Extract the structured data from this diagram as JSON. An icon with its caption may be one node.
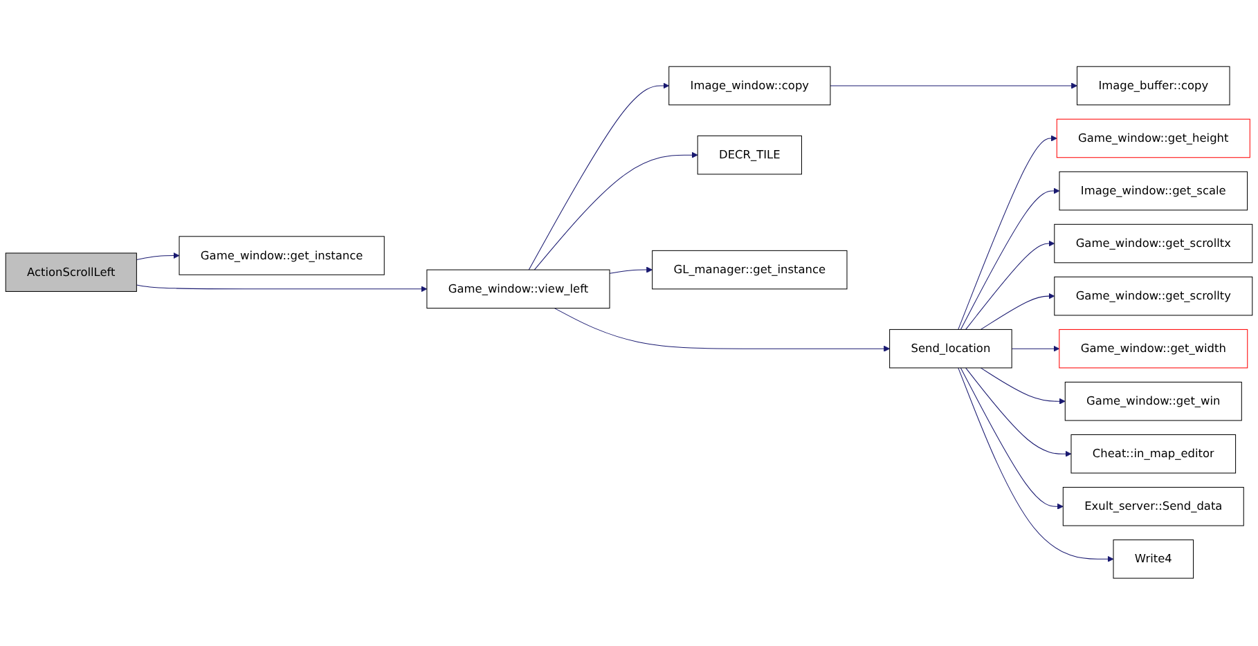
{
  "diagram": {
    "nodes": [
      {
        "text": [
          "ActionScrollLeft"
        ]
      },
      {
        "text": [
          "Game_window::get_instance"
        ]
      },
      {
        "text": [
          "Game_window::view_left"
        ]
      },
      {
        "text": [
          "Image_window::copy"
        ]
      },
      {
        "text": [
          "Image_buffer::copy"
        ]
      },
      {
        "text": [
          "DECR_TILE"
        ]
      },
      {
        "text": [
          "GL_manager::get_instance"
        ]
      },
      {
        "text": [
          "Send_location"
        ]
      },
      {
        "text": [
          "Game_window::get_height"
        ]
      },
      {
        "text": [
          "Image_window::get_scale"
        ]
      },
      {
        "text": [
          "Game_window::get_scrolltx"
        ]
      },
      {
        "text": [
          "Game_window::get_scrollty"
        ]
      },
      {
        "text": [
          "Game_window::get_width"
        ]
      },
      {
        "text": [
          "Game_window::get_win"
        ]
      },
      {
        "text": [
          "Cheat::in_map_editor"
        ]
      },
      {
        "text": [
          "Exult_server::Send_data"
        ]
      },
      {
        "text": [
          "Write4"
        ]
      }
    ],
    "edges": [
      {
        "from": 0,
        "to": 1,
        "arrow": "to"
      },
      {
        "from": 0,
        "to": 2,
        "arrow": "to"
      },
      {
        "from": 2,
        "to": 3,
        "arrow": "to"
      },
      {
        "from": 3,
        "to": 4,
        "arrow": "to"
      },
      {
        "from": 2,
        "to": 5,
        "arrow": "to"
      },
      {
        "from": 2,
        "to": 6,
        "arrow": "to"
      },
      {
        "from": 2,
        "to": 7,
        "arrow": "to"
      },
      {
        "from": 7,
        "to": 8,
        "arrow": "to"
      },
      {
        "from": 7,
        "to": 9,
        "arrow": "to"
      },
      {
        "from": 7,
        "to": 10,
        "arrow": "to"
      },
      {
        "from": 7,
        "to": 11,
        "arrow": "to"
      },
      {
        "from": 7,
        "to": 12,
        "arrow": "to"
      },
      {
        "from": 7,
        "to": 13,
        "arrow": "to"
      },
      {
        "from": 7,
        "to": 14,
        "arrow": "to"
      },
      {
        "from": 7,
        "to": 15,
        "arrow": "to"
      },
      {
        "from": 7,
        "to": 16,
        "arrow": "to"
      }
    ]
  }
}
